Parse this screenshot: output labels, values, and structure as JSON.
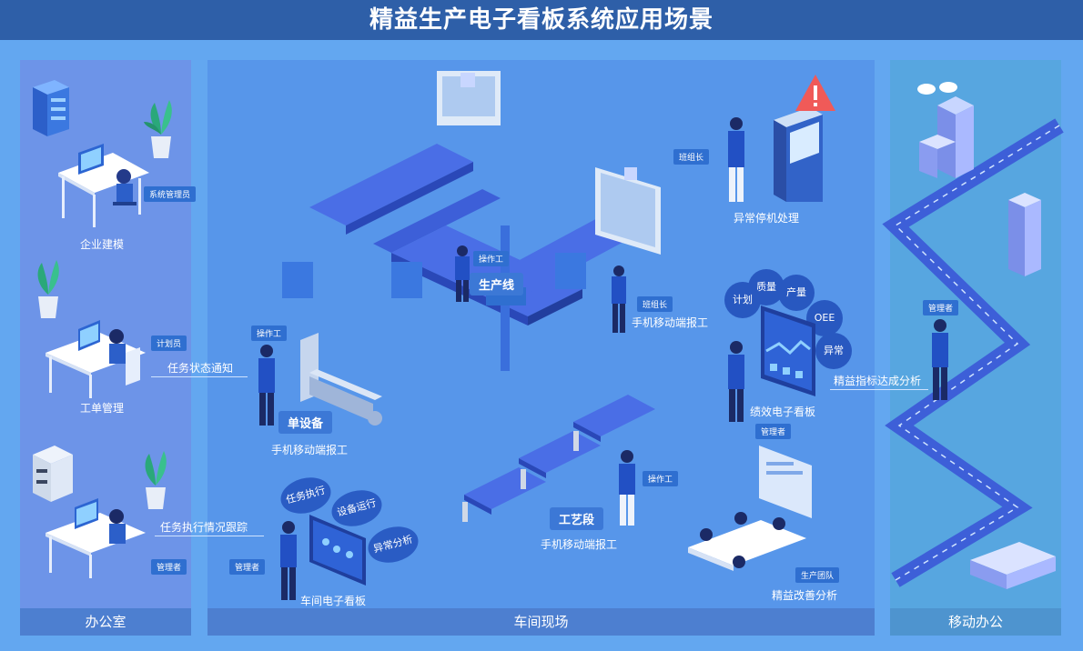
{
  "title": "精益生产电子看板系统应用场景",
  "zones": {
    "office": "办公室",
    "floor": "车间现场",
    "mobile": "移动办公"
  },
  "office": {
    "role1": "系统管理员",
    "scene1": "企业建模",
    "role2": "计划员",
    "scene2": "工单管理",
    "notice": "任务状态通知",
    "track": "任务执行情况跟踪",
    "role3": "管理者"
  },
  "floor": {
    "operator_top": "操作工",
    "line_label": "生产线",
    "team_leader_right": "班组长",
    "mobile_report_right": "手机移动端报工",
    "team_leader_top": "班组长",
    "abnormal": "异常停机处理",
    "operator_left": "操作工",
    "single_device": "单设备",
    "mobile_report_left": "手机移动端报工",
    "bubbles_kpi": [
      "质量",
      "产量",
      "计划",
      "OEE",
      "异常"
    ],
    "kpi_board": "绩效电子看板",
    "manager_mid": "管理者",
    "kpi_analysis": "精益指标达成分析",
    "operator_mid": "操作工",
    "process_section": "工艺段",
    "mobile_report_mid": "手机移动端报工",
    "bubbles_board": [
      "任务执行",
      "设备运行",
      "异常分析"
    ],
    "manager_bottom": "管理者",
    "workshop_board": "车间电子看板",
    "production_team": "生产团队",
    "improvement": "精益改善分析"
  },
  "mobile": {
    "manager": "管理者"
  }
}
